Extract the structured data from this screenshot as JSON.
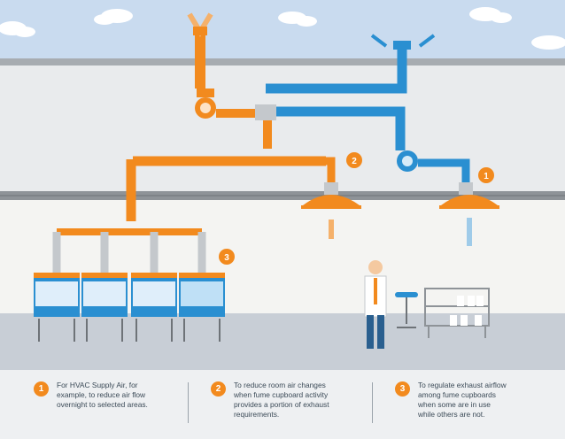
{
  "colors": {
    "sky": "#c9dbef",
    "supply_orange": "#f28a1e",
    "exhaust_blue": "#2a8fd1",
    "pipe_grey": "#c4c8cc",
    "wall": "#e9ebed",
    "floor": "#c8ced6",
    "ceiling_rail": "#a7acb1",
    "text": "#3b4a57"
  },
  "callouts": [
    {
      "number": "1",
      "text": "For HVAC Supply Air, for\nexample, to reduce air flow\novernight to selected areas."
    },
    {
      "number": "2",
      "text": "To reduce room air changes\nwhen fume cupboard activity\nprovides a portion of exhaust\nrequirements."
    },
    {
      "number": "3",
      "text": "To regulate exhaust airflow\namong fume cupboards\nwhen some are in use\nwhile others are not."
    }
  ],
  "diagram_badges": [
    {
      "label": "1",
      "icon": "supply-diffuser-icon"
    },
    {
      "label": "2",
      "icon": "exhaust-grille-icon"
    },
    {
      "label": "3",
      "icon": "fume-cupboard-group-icon"
    }
  ]
}
